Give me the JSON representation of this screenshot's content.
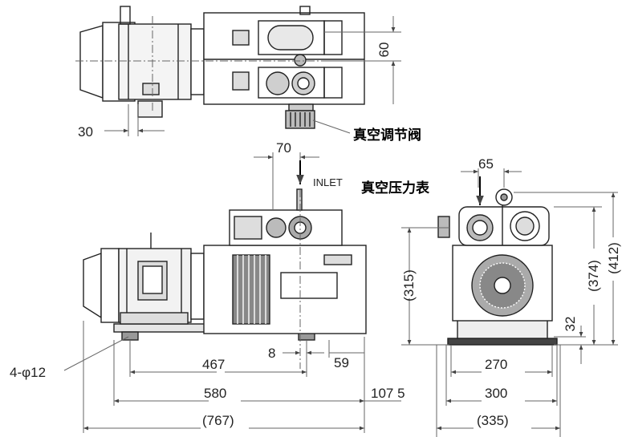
{
  "title": "",
  "labels": {
    "vacuum_valve": "真空调节阀",
    "vacuum_gauge": "真空压力表",
    "inlet": "INLET"
  },
  "dimensions": {
    "top_60": "60",
    "top_30": "30",
    "front_70": "70",
    "front_467": "467",
    "front_580": "580",
    "front_767": "(767)",
    "front_8": "8",
    "front_59": "59",
    "front_1075": "107 5",
    "holes": "4-φ12",
    "side_65": "65",
    "side_315": "(315)",
    "side_374": "(374)",
    "side_412": "(412)",
    "side_32": "32",
    "side_270": "270",
    "side_300": "300",
    "side_335": "(335)"
  }
}
